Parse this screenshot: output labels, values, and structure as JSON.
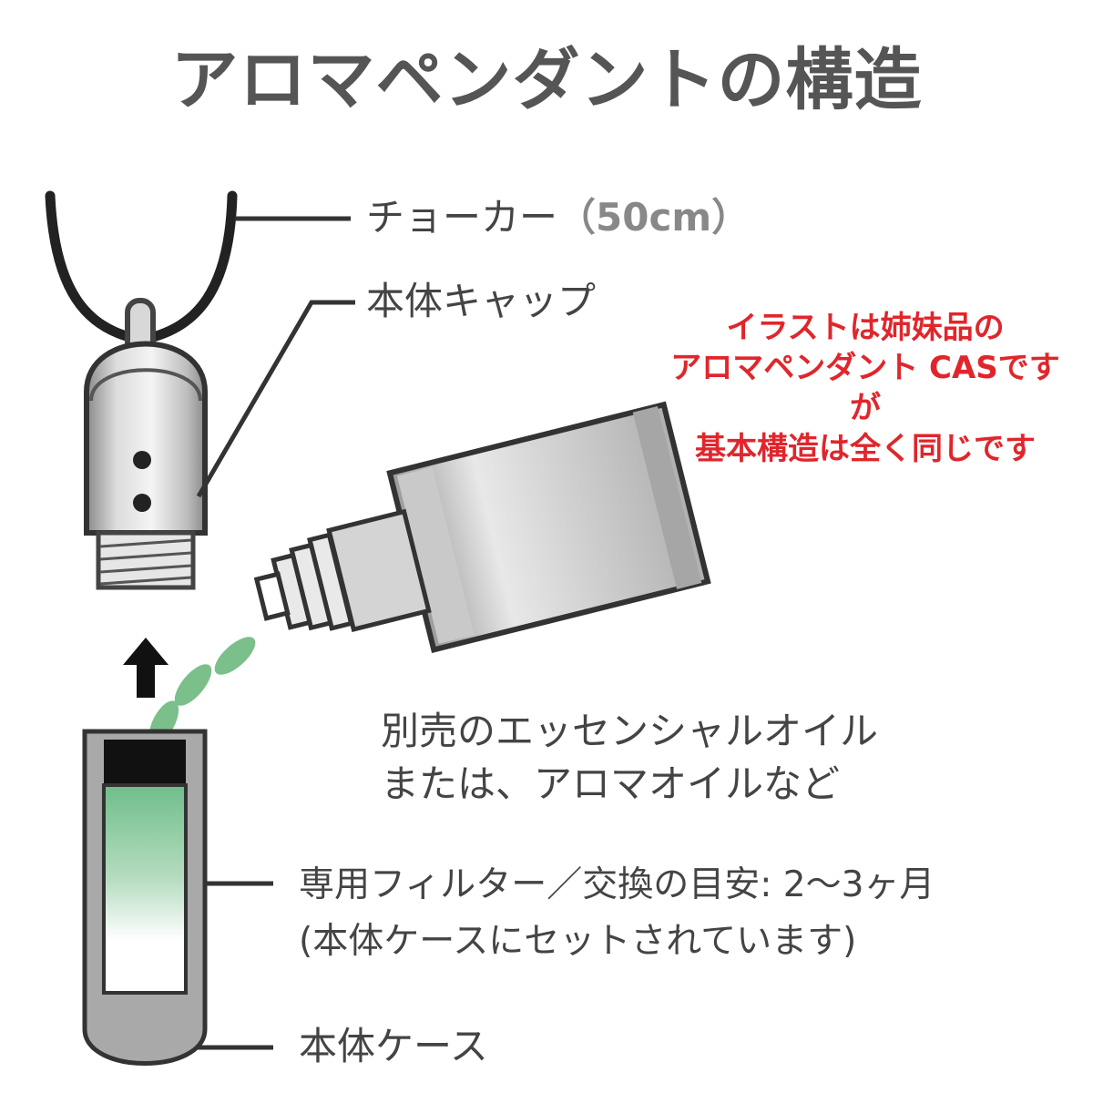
{
  "title": "アロマペンダントの構造",
  "labels": {
    "choker": "チョーカー",
    "choker_size": "（50cm）",
    "cap": "本体キャップ",
    "oil_line1": "別売のエッセンシャルオイル",
    "oil_line2": "または、アロマオイルなど",
    "filter_line1": "専用フィルター／交換の目安: 2〜3ヶ月",
    "filter_line2": "(本体ケースにセットされています)",
    "case": "本体ケース"
  },
  "note": {
    "line1": "イラストは姉妹品の",
    "line2": "アロマペンダント CASですが",
    "line3": "基本構造は全く同じです"
  },
  "colors": {
    "note": "#e0262c",
    "leaf": "#7bbf8a",
    "filter_gradient": "#6fbe8a",
    "body_gray": "#a9a9a9"
  },
  "icons": {
    "arrow": "up-arrow-icon",
    "drops": "oil-drop-icon"
  }
}
